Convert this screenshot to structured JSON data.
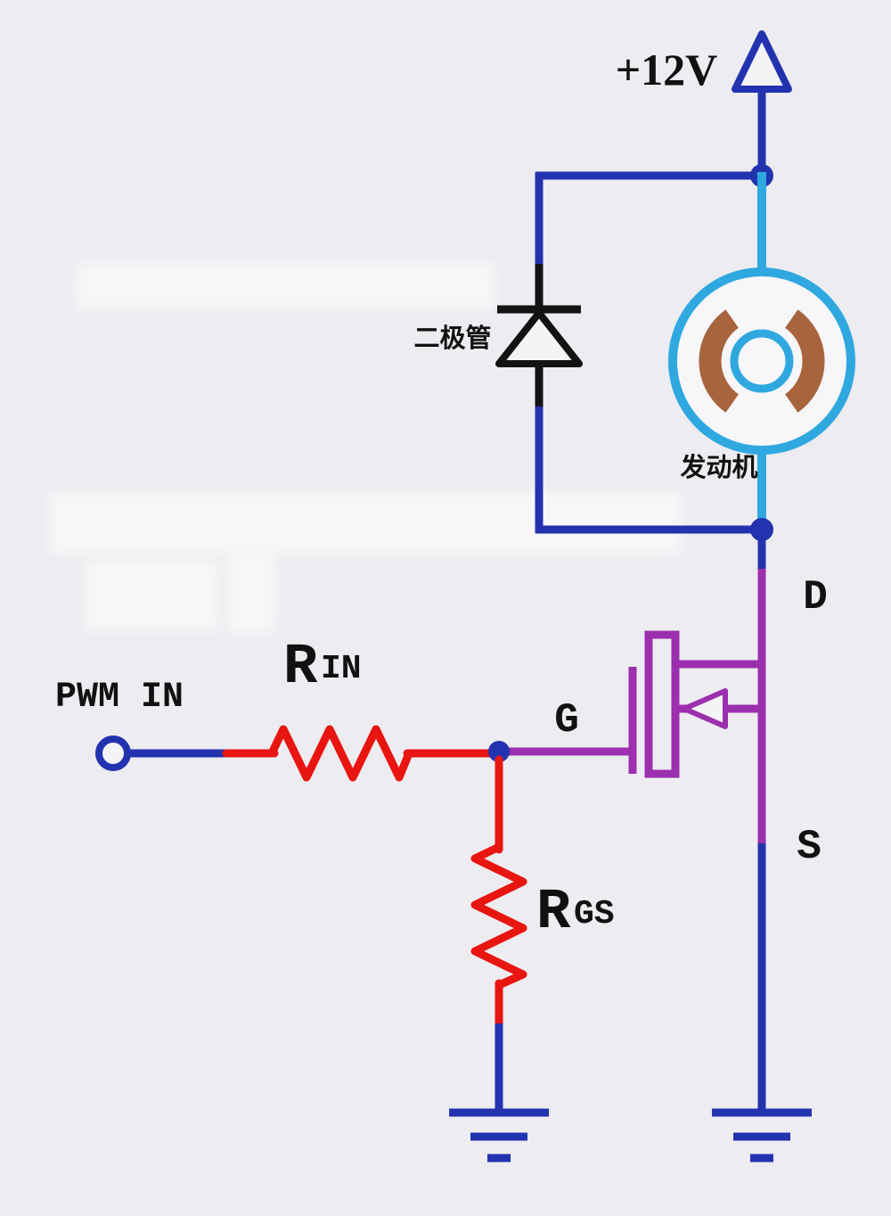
{
  "diagram": {
    "type": "circuit-schematic",
    "labels": {
      "supply": "+12V",
      "diode": "二极管",
      "motor": "发动机",
      "drain": "D",
      "gate": "G",
      "source": "S",
      "pwm_in": "PWM IN",
      "r_in_main": "R",
      "r_in_sub": "IN",
      "r_gs_main": "R",
      "r_gs_sub": "GS"
    },
    "colors": {
      "wire_blue": "#2333b0",
      "wire_cyan": "#2fa8e0",
      "wire_purple": "#9c2fae",
      "resistor_red": "#e81510",
      "motor_arc_brown": "#a8643c",
      "diode_black": "#131313",
      "background": "#edecf0",
      "text": "#111111"
    }
  }
}
